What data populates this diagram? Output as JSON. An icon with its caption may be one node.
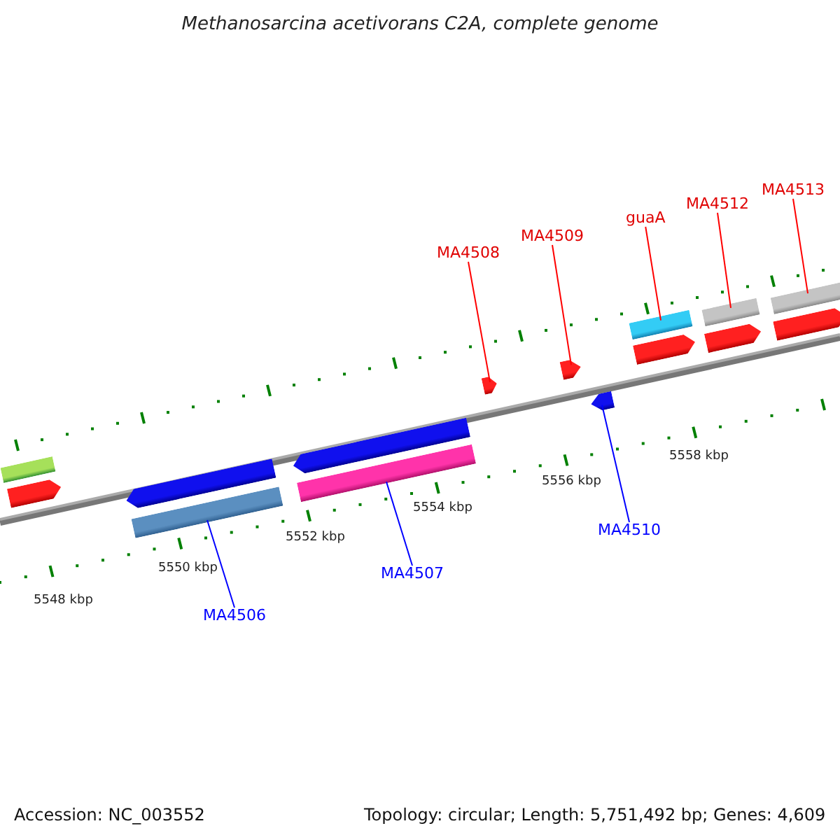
{
  "diagram": {
    "title": "Methanosarcina acetivorans C2A, complete genome",
    "nodes": [
      {
        "text": [],
        "shape": "bar"
      },
      {
        "text": [],
        "shape": "arrow"
      },
      {
        "text": [],
        "shape": "arrow"
      },
      {
        "text": [],
        "shape": "bar"
      },
      {
        "text": [],
        "shape": "arrow"
      },
      {
        "text": [],
        "shape": "bar"
      },
      {
        "text": [],
        "shape": "arrow"
      },
      {
        "text": [],
        "shape": "arrow"
      },
      {
        "text": [],
        "shape": "arrow"
      },
      {
        "text": [],
        "shape": "bar"
      },
      {
        "text": [],
        "shape": "arrow"
      },
      {
        "text": [],
        "shape": "bar"
      },
      {
        "text": [],
        "shape": "arrow"
      },
      {
        "text": [],
        "shape": "bar"
      },
      {
        "text": [],
        "shape": "arrow"
      },
      {
        "text": [
          "MA4508"
        ]
      },
      {
        "text": [
          "MA4509"
        ]
      },
      {
        "text": [
          "guaA"
        ]
      },
      {
        "text": [
          "MA4512"
        ]
      },
      {
        "text": [
          "MA4513"
        ]
      },
      {
        "text": [
          "MA4506"
        ]
      },
      {
        "text": [
          "MA4507"
        ]
      },
      {
        "text": [
          "MA4510"
        ]
      }
    ],
    "edges": [
      {
        "from": 15,
        "to": 6,
        "arrow": "none"
      },
      {
        "from": 16,
        "to": 7,
        "arrow": "none"
      },
      {
        "from": 17,
        "to": 9,
        "arrow": "none"
      },
      {
        "from": 18,
        "to": 11,
        "arrow": "none"
      },
      {
        "from": 19,
        "to": 13,
        "arrow": "none"
      },
      {
        "from": 20,
        "to": 3,
        "arrow": "none",
        "color": "#0000ff"
      },
      {
        "from": 21,
        "to": 5,
        "arrow": "none",
        "color": "#0000ff"
      },
      {
        "from": 22,
        "to": 8,
        "arrow": "none",
        "color": "#0000ff"
      }
    ],
    "labels": [
      "5548 kbp",
      "5550 kbp",
      "5552 kbp",
      "5554 kbp",
      "5556 kbp",
      "5558 kbp",
      "Accession: NC_003552",
      "Topology: circular; Length: 5,751,492 bp; Genes: 4,609"
    ]
  }
}
